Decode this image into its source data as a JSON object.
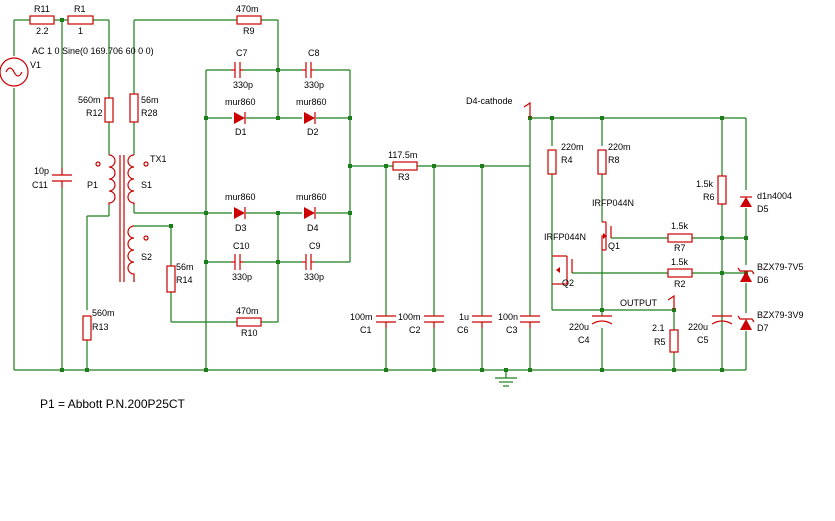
{
  "labels": {
    "r11_name": "R11",
    "r11_val": "2.2",
    "r1_name": "R1",
    "r1_val": "1",
    "v1_name": "V1",
    "v1_src": "AC 1 0 Sine(0 169.706 60 0 0)",
    "r12_name": "R12",
    "r12_val": "560m",
    "r28_name": "R28",
    "r28_val": "56m",
    "c11_name": "C11",
    "c11_val": "10p",
    "p1_name": "P1",
    "tx1_name": "TX1",
    "s1_name": "S1",
    "s2_name": "S2",
    "r13_name": "R13",
    "r13_val": "560m",
    "r14_name": "R14",
    "r14_val": "56m",
    "r9_name": "R9",
    "r9_val": "470m",
    "r10_name": "R10",
    "r10_val": "470m",
    "c7_name": "C7",
    "c7_val": "330p",
    "c8_name": "C8",
    "c8_val": "330p",
    "c9_name": "C9",
    "c9_val": "330p",
    "c10_name": "C10",
    "c10_val": "330p",
    "d1_name": "D1",
    "d1_val": "mur860",
    "d2_name": "D2",
    "d2_val": "mur860",
    "d3_name": "D3",
    "d3_val": "mur860",
    "d4_name": "D4",
    "d4_val": "mur860",
    "r3_name": "R3",
    "r3_val": "117.5m",
    "c1_name": "C1",
    "c1_val": "100m",
    "c2_name": "C2",
    "c2_val": "100m",
    "c6_name": "C6",
    "c6_val": "1u",
    "c3_name": "C3",
    "c3_val": "100n",
    "d4cathode_label": "D4-cathode",
    "r4_name": "R4",
    "r4_val": "220m",
    "r8_name": "R8",
    "r8_val": "220m",
    "q1_name": "Q1",
    "q1_val": "IRFP044N",
    "q2_name": "Q2",
    "q2_val": "IRFP044N",
    "r6_name": "R6",
    "r6_val": "1.5k",
    "r7_name": "R7",
    "r7_val": "1.5k",
    "r2_name": "R2",
    "r2_val": "1.5k",
    "d5_name": "D5",
    "d5_val": "d1n4004",
    "d6_name": "D6",
    "d6_val": "BZX79-7V5",
    "d7_name": "D7",
    "d7_val": "BZX79-3V9",
    "output_label": "OUTPUT",
    "c4_name": "C4",
    "c4_val": "220u",
    "r5_name": "R5",
    "r5_val": "2.1",
    "c5_name": "C5",
    "c5_val": "220u"
  },
  "note": "P1 = Abbott P.N.200P25CT",
  "colors": {
    "wire": "#1a7f1a",
    "component": "#cc0000",
    "text": "#000000",
    "background": "#ffffff"
  }
}
